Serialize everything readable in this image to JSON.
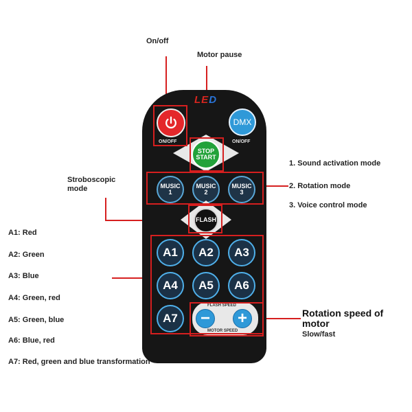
{
  "remote": {
    "brand": {
      "l": "L",
      "e": "E",
      "d": "D"
    },
    "power_caption": "ON/OFF",
    "dmx_label": "DMX",
    "dmx_caption": "ON/OFF",
    "stop_label": "STOP",
    "start_label": "START",
    "music_buttons": [
      {
        "line1": "MUSIC",
        "line2": "1"
      },
      {
        "line1": "MUSIC",
        "line2": "2"
      },
      {
        "line1": "MUSIC",
        "line2": "3"
      }
    ],
    "flash_label": "FLASH",
    "color_buttons": [
      "A1",
      "A2",
      "A3",
      "A4",
      "A5",
      "A6",
      "A7"
    ],
    "flash_speed_caption": "FLASH SPEED",
    "motor_speed_caption": "MOTOR SPEED",
    "minus_label": "−",
    "plus_label": "+"
  },
  "annotations": {
    "on_off": "On/off",
    "motor_pause": "Motor pause",
    "stroboscopic": "Stroboscopic\nmode",
    "sound_activation": "1. Sound activation mode",
    "rotation": "2. Rotation mode",
    "voice_control": "3. Voice control mode",
    "rotation_speed": "Rotation speed of\nmotor",
    "slow_fast": "Slow/fast"
  },
  "color_legend": [
    "A1: Red",
    "A2: Green",
    "A3: Blue",
    "A4: Green, red",
    "A5: Green, blue",
    "A6: Blue, red",
    "A7: Red, green and blue transformation"
  ],
  "colors": {
    "callout": "#d61f1f",
    "remote_body": "#161616",
    "power_button": "#e4272b",
    "dmx_button": "#2f99d8",
    "stop_start_button": "#22a23a",
    "color_button_ring": "#4fb0ea"
  },
  "icons": [
    "power-icon"
  ]
}
